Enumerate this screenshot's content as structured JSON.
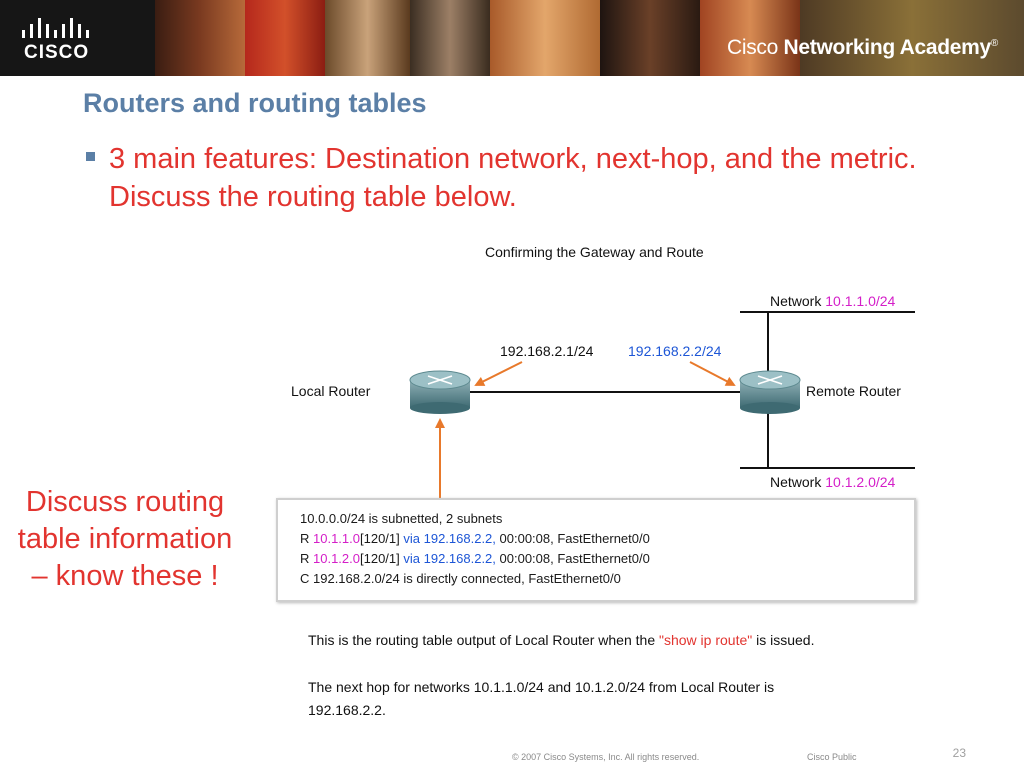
{
  "brand": {
    "name_light": "Cisco",
    "name_bold": " Networking Academy",
    "trademark": "®"
  },
  "logo": {
    "word": "CISCO"
  },
  "slide": {
    "title": "Routers and routing tables",
    "bullet": "3 main features:  Destination network, next-hop, and the metric.  Discuss the routing table below.",
    "side_note": "Discuss routing table information – know these !"
  },
  "diagram": {
    "title": "Confirming the Gateway and Route",
    "local_router": "Local Router",
    "remote_router": "Remote Router",
    "local_ip": "192.168.2.1/24",
    "remote_ip": "192.168.2.2/24",
    "network_top_label": "Network",
    "network_top_value": "10.1.1.0/24",
    "network_bottom_label": "Network",
    "network_bottom_value": "10.1.2.0/24"
  },
  "routing_table": {
    "line1": "10.0.0.0/24 is subnetted, 2 subnets",
    "line2": {
      "code": "R ",
      "net": "10.1.1.0",
      "metric": "[120/1] ",
      "via": "via 192.168.2.2,",
      "rest": " 00:00:08, FastEthernet0/0"
    },
    "line3": {
      "code": "R ",
      "net": "10.1.2.0",
      "metric": "[120/1] ",
      "via": "via 192.168.2.2,",
      "rest": " 00:00:08, FastEthernet0/0"
    },
    "line4": "C 192.168.2.0/24 is directly connected, FastEthernet0/0"
  },
  "captions": {
    "c1_before": "This is the routing table output of Local Router when the ",
    "c1_cmd": "\"show ip route\"",
    "c1_after": " is issued.",
    "c2_line1": "The next hop for networks 10.1.1.0/24 and 10.1.2.0/24 from Local Router is",
    "c2_line2": "192.168.2.2."
  },
  "footer": {
    "copyright": "© 2007 Cisco Systems, Inc. All rights reserved.",
    "classification": "Cisco Public",
    "page": "23"
  },
  "colors": {
    "title_blue": "#5b7fa6",
    "accent_red": "#e2342f",
    "magenta": "#d41ec8",
    "ip_blue": "#1d56d6",
    "arrow_orange": "#e8792b"
  }
}
